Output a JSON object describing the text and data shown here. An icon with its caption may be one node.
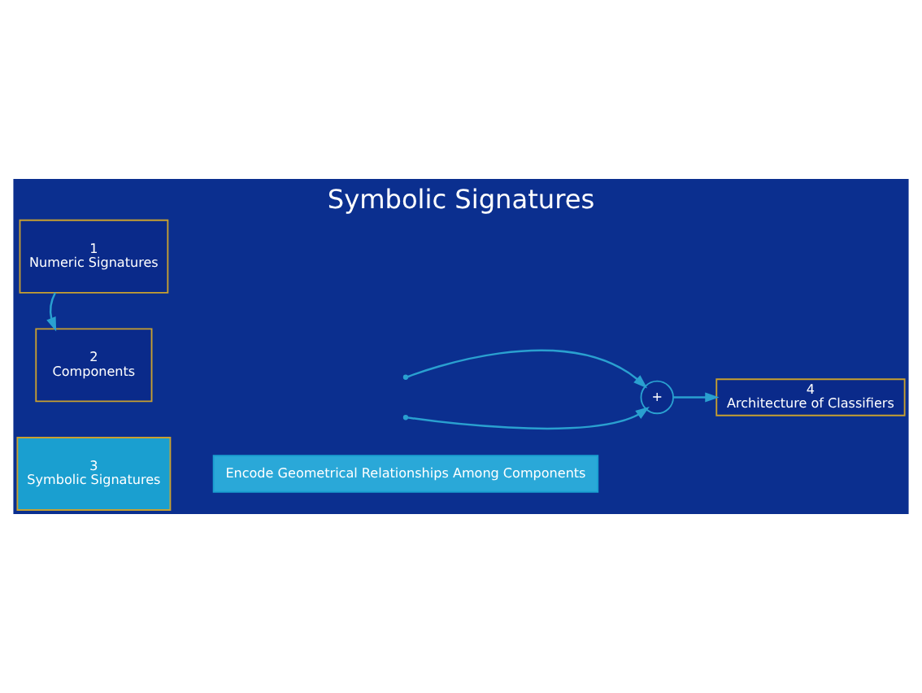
{
  "diagram": {
    "title": "Symbolic Signatures",
    "nodes": [
      {
        "text": [
          "1",
          "Numeric Signatures"
        ]
      },
      {
        "text": [
          "2",
          "Components"
        ]
      },
      {
        "text": [
          "3",
          "Symbolic Signatures"
        ]
      },
      {
        "text": [
          "Encode Geometrical Relationships Among Components"
        ]
      },
      {
        "text": [
          "+"
        ]
      },
      {
        "text": [
          "4",
          "Architecture of Classifiers"
        ]
      }
    ],
    "edges": [
      {
        "from": 0,
        "to": 1,
        "arrow": "to"
      },
      {
        "from": null,
        "to": 4,
        "arrow": "to"
      },
      {
        "from": null,
        "to": 4,
        "arrow": "to"
      },
      {
        "from": 4,
        "to": 5,
        "arrow": "to"
      }
    ]
  }
}
